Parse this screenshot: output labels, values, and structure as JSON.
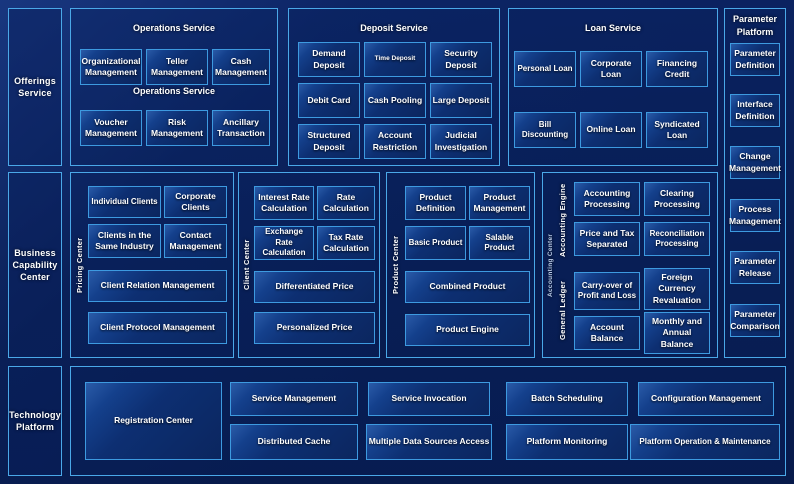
{
  "theme": {
    "background": "#0a1f57",
    "border_accent": "#4aa8e8",
    "box_border": "#3d9ae0",
    "text": "#ffffff"
  },
  "rows": [
    {
      "id": "offerings",
      "label": "Offerings Service",
      "groups": [
        {
          "id": "operations-service",
          "title": "Operations Service",
          "subtitle": "Operations Service",
          "items": [
            "Organizational Management",
            "Teller Management",
            "Cash Management",
            "Voucher Management",
            "Risk Management",
            "Ancillary Transaction"
          ]
        },
        {
          "id": "deposit-service",
          "title": "Deposit Service",
          "items": [
            "Demand Deposit",
            "Time Deposit",
            "Security Deposit",
            "Debit Card",
            "Cash Pooling",
            "Large Deposit",
            "Structured Deposit",
            "Account Restriction",
            "Judicial Investigation"
          ]
        },
        {
          "id": "loan-service",
          "title": "Loan Service",
          "items": [
            "Personal Loan",
            "Corporate Loan",
            "Financing Credit",
            "Bill Discounting",
            "Online Loan",
            "Syndicated Loan"
          ]
        }
      ]
    },
    {
      "id": "business-capability",
      "label": "Business Capability Center",
      "groups": [
        {
          "id": "pricing-center",
          "side_label": "Pricing Center",
          "items": [
            "Individual Clients",
            "Corporate Clients",
            "Clients in the Same Industry",
            "Contact Management",
            "Client Relation Management",
            "Client Protocol Management"
          ]
        },
        {
          "id": "client-center",
          "side_label": "Client Center",
          "items": [
            "Interest Rate Calculation",
            "Rate Calculation",
            "Exchange Rate Calculation",
            "Tax Rate Calculation",
            "Differentiated Price",
            "Personalized Price"
          ]
        },
        {
          "id": "product-center",
          "side_label": "Product Center",
          "items": [
            "Product Definition",
            "Product Management",
            "Basic Product",
            "Salable Product",
            "Combined Product",
            "Product Engine"
          ]
        },
        {
          "id": "accounting-center",
          "side_label": "Accounting Center",
          "sub_label_top": "Accounting Engine",
          "sub_label_bottom": "General Ledger",
          "items_top": [
            "Accounting Processing",
            "Clearing Processing",
            "Price and Tax Separated",
            "Reconciliation Processing"
          ],
          "items_bottom": [
            "Carry-over of Profit and Loss",
            "Foreign Currency Revaluation",
            "Account Balance",
            "Monthly and Annual Balance"
          ]
        }
      ]
    },
    {
      "id": "technology-platform",
      "label": "Technology Platform",
      "groups": [
        {
          "id": "tech-items",
          "items": [
            "Registration Center",
            "Service Management",
            "Distributed Cache",
            "Service Invocation",
            "Multiple Data Sources Access",
            "Batch Scheduling",
            "Platform Monitoring",
            "Configuration Management",
            "Platform Operation & Maintenance"
          ]
        }
      ]
    }
  ],
  "parameter_platform": {
    "title_line1": "Parameter",
    "title_line2": "Platform",
    "items": [
      "Parameter Definition",
      "Interface Definition",
      "Change Management",
      "Process Management",
      "Parameter Release",
      "Parameter Comparison"
    ]
  }
}
